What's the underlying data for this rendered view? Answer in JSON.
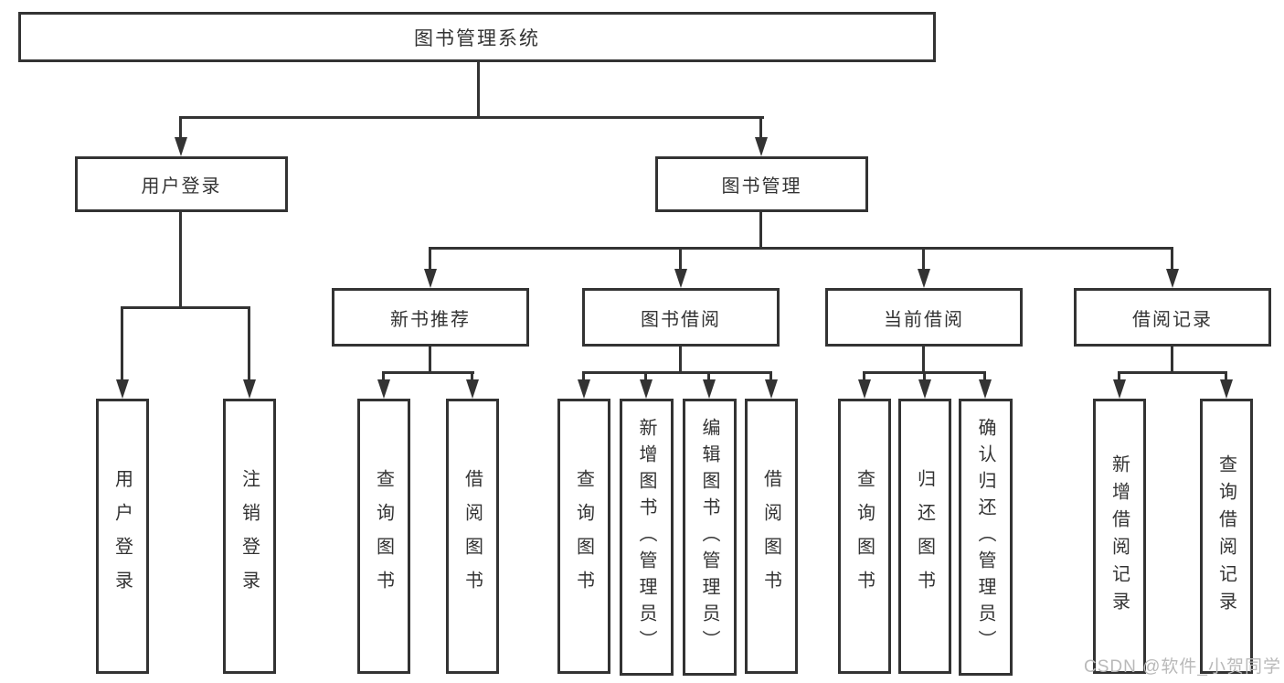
{
  "diagram": {
    "title": "图书管理系统",
    "level2": {
      "user_login": "用户登录",
      "book_manage": "图书管理"
    },
    "level3": {
      "new_book": "新书推荐",
      "book_borrow": "图书借阅",
      "current_borrow": "当前借阅",
      "borrow_record": "借阅记录"
    },
    "leaves": {
      "user_login": [
        "用户登录",
        "注销登录"
      ],
      "new_book": [
        "查询图书",
        "借阅图书"
      ],
      "book_borrow": [
        "查询图书",
        "新增图书（管理员）",
        "编辑图书（管理员）",
        "借阅图书"
      ],
      "current_borrow": [
        "查询图书",
        "归还图书",
        "确认归还（管理员）"
      ],
      "borrow_record": [
        "新增借阅记录",
        "查询借阅记录"
      ]
    },
    "colors": {
      "line": "#333333",
      "text": "#333333",
      "background": "#ffffff",
      "watermark": "#b9b9b9"
    }
  },
  "watermark": {
    "text": "CSDN @软件_小贺同学"
  }
}
